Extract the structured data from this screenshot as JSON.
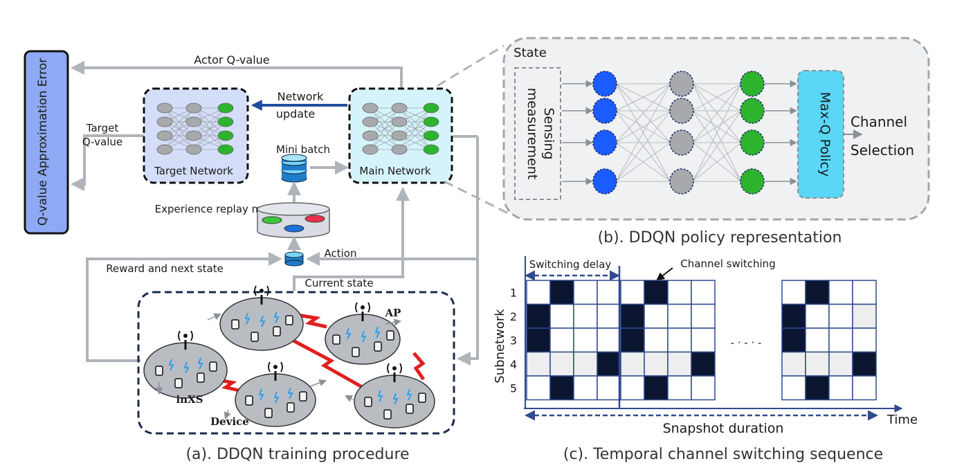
{
  "panel_a": {
    "caption": "(a). DDQN training procedure",
    "q_error_label": "Q-value Approximation Error",
    "actor_q_value": "Actor Q-value",
    "network_update": [
      "Network",
      "update"
    ],
    "target_q_value": [
      "Target",
      "Q-value"
    ],
    "target_network": "Target Network",
    "main_network": "Main Network",
    "mini_batch": "Mini batch",
    "experience_replay_memory": "Experience replay memory",
    "action": "Action",
    "reward_next_state": "Reward and next state",
    "current_state": "Current state",
    "ap_label": "AP",
    "inxs_label": "inXS",
    "device_label": "Device"
  },
  "panel_b": {
    "caption": "(b). DDQN policy representation",
    "state": "State",
    "sensing_measurement": [
      "Sensing",
      "measurement"
    ],
    "max_q_policy": "Max-Q Policy",
    "channel_selection": [
      "Channel",
      "Selection"
    ]
  },
  "panel_c": {
    "caption": "(c). Temporal channel switching sequence",
    "switching_delay": "Switching delay",
    "channel_switching": "Channel switching",
    "ylabel": "Subnetwork",
    "xlabel": "Time",
    "rows": [
      "1",
      "2",
      "3",
      "4",
      "5"
    ],
    "snapshot_duration": "Snapshot duration",
    "ellipsis": "- · - · -",
    "grids": [
      {
        "dark": [
          [
            0,
            1
          ],
          [
            1,
            0
          ],
          [
            2,
            0
          ],
          [
            3,
            3
          ],
          [
            4,
            1
          ]
        ],
        "shaded": [
          [
            3,
            0
          ],
          [
            3,
            1
          ],
          [
            3,
            2
          ]
        ]
      },
      {
        "dark": [
          [
            0,
            1
          ],
          [
            1,
            0
          ],
          [
            2,
            0
          ],
          [
            3,
            3
          ],
          [
            4,
            1
          ]
        ],
        "shaded": [
          [
            3,
            0
          ],
          [
            3,
            1
          ],
          [
            3,
            2
          ]
        ]
      },
      {
        "dark": [
          [
            0,
            1
          ],
          [
            1,
            0
          ],
          [
            2,
            0
          ],
          [
            3,
            3
          ],
          [
            4,
            1
          ]
        ],
        "shaded": [
          [
            1,
            3
          ],
          [
            3,
            0
          ],
          [
            3,
            1
          ],
          [
            3,
            2
          ]
        ]
      }
    ]
  },
  "colors": {
    "arrow_gray": "#aeb4b9",
    "dark_navy": "#1b2b4b",
    "update_blue": "#1f4e9c",
    "q_error_fill": "#8eaaf4",
    "target_fill": "#d4def8",
    "main_fill": "#d5f3fb",
    "max_q_fill": "#5ad6f7",
    "node_blue": "#1a5cff",
    "node_gray": "#a7a9ac",
    "node_green": "#2db32d",
    "grid_blue": "#2f4a8e",
    "grid_dark": "#0b1530",
    "lightning_red": "#e02020"
  }
}
